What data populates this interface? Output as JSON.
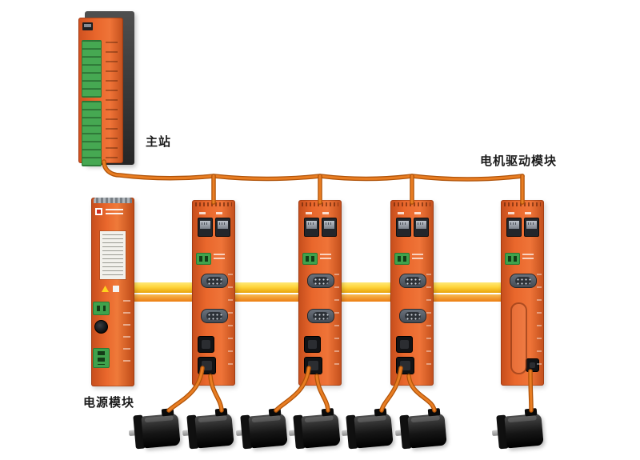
{
  "diagram": {
    "labels": {
      "master_station": "主站",
      "motor_drive_module": "电机驱动模块",
      "power_module": "电源模块"
    },
    "colors": {
      "canvas_bg": "#ffffff",
      "module_orange": "#e9672c",
      "module_orange_deep": "#c24f1c",
      "cable_orange": "#e87d22",
      "cable_orange_dark": "#b05309",
      "bus_yellow": "#ffd43a",
      "bus_amber": "#f39c12",
      "terminal_green": "#3fa24c",
      "terminal_green_dark": "#2a7a35",
      "connector_gray": "#59606a",
      "motor_black": "#161616",
      "backplate_gray": "#3e3e3e",
      "label_text": "#1a1a1a"
    },
    "modules": {
      "master_station_count": 1,
      "power_module_count": 1,
      "drive_module_count": 4,
      "motor_count": 7
    }
  }
}
